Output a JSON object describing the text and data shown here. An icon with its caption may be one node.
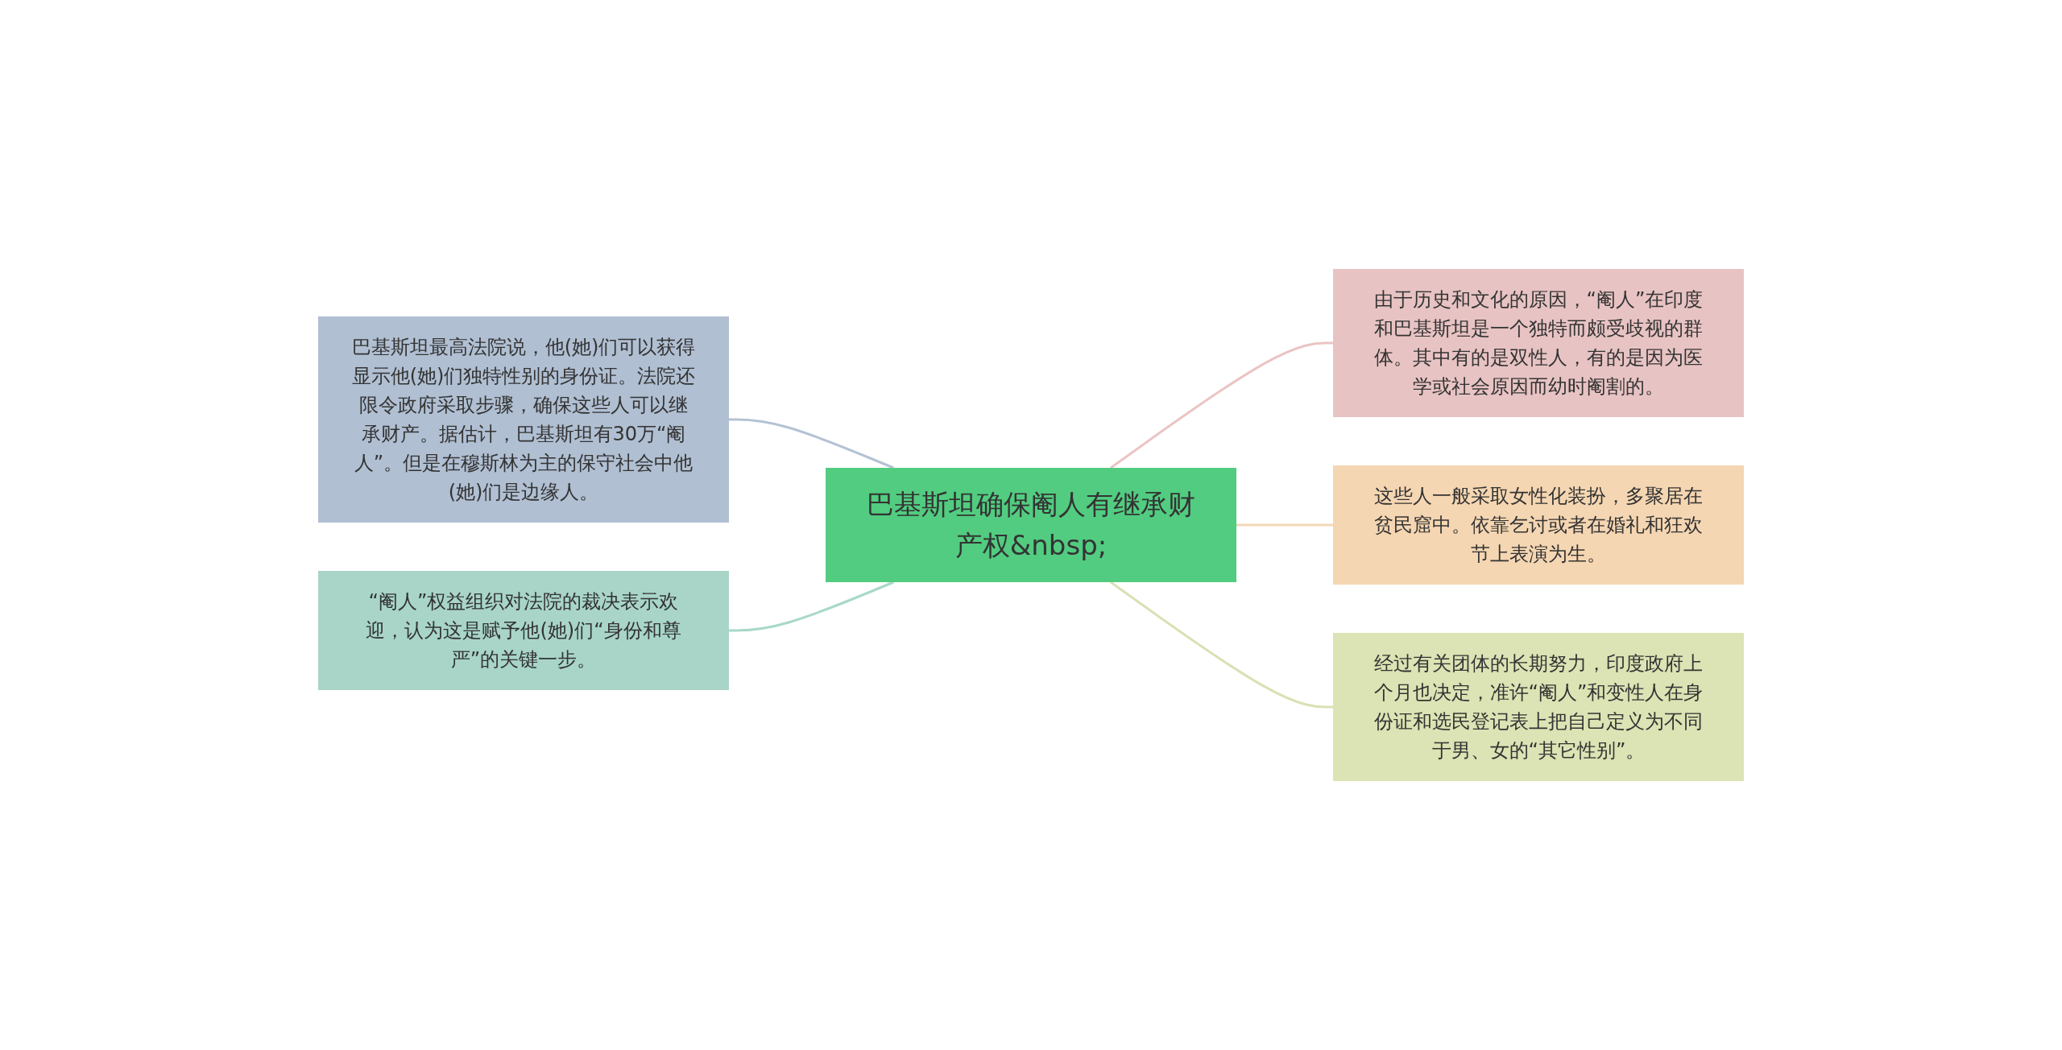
{
  "diagram": {
    "nodes": [
      {
        "text": [
          "巴基斯坦确保阉人有继承财产权&nbsp;"
        ]
      },
      {
        "text": [
          "巴基斯坦最高法院说，他(她)们可以获得显示他(她)们独特性别的身份证。法院还限令政府采取步骤，确保这些人可以继承财产。据估计，巴基斯坦有30万“阉人”。但是在穆斯林为主的保守社会中他(她)们是边缘人。"
        ]
      },
      {
        "text": [
          "“阉人”权益组织对法院的裁决表示欢迎，认为这是赋予他(她)们“身份和尊严”的关键一步。"
        ]
      },
      {
        "text": [
          "由于历史和文化的原因，“阉人”在印度和巴基斯坦是一个独特而颇受歧视的群体。其中有的是双性人，有的是因为医学或社会原因而幼时阉割的。"
        ]
      },
      {
        "text": [
          "这些人一般采取女性化装扮，多聚居在贫民窟中。依靠乞讨或者在婚礼和狂欢节上表演为生。"
        ]
      },
      {
        "text": [
          "经过有关团体的长期努力，印度政府上个月也决定，准许“阉人”和变性人在身份证和选民登记表上把自己定义为不同于男、女的“其它性别”。"
        ]
      }
    ],
    "edges": [
      {
        "from": 0,
        "to": 1,
        "arrow": "none",
        "color": "#b4c2d4"
      },
      {
        "from": 0,
        "to": 2,
        "arrow": "none",
        "color": "#a8d8c8"
      },
      {
        "from": 0,
        "to": 3,
        "arrow": "none",
        "color": "#ebc4c4"
      },
      {
        "from": 0,
        "to": 4,
        "arrow": "none",
        "color": "#f3d8b6"
      },
      {
        "from": 0,
        "to": 5,
        "arrow": "none",
        "color": "#dbe0b4"
      }
    ]
  }
}
